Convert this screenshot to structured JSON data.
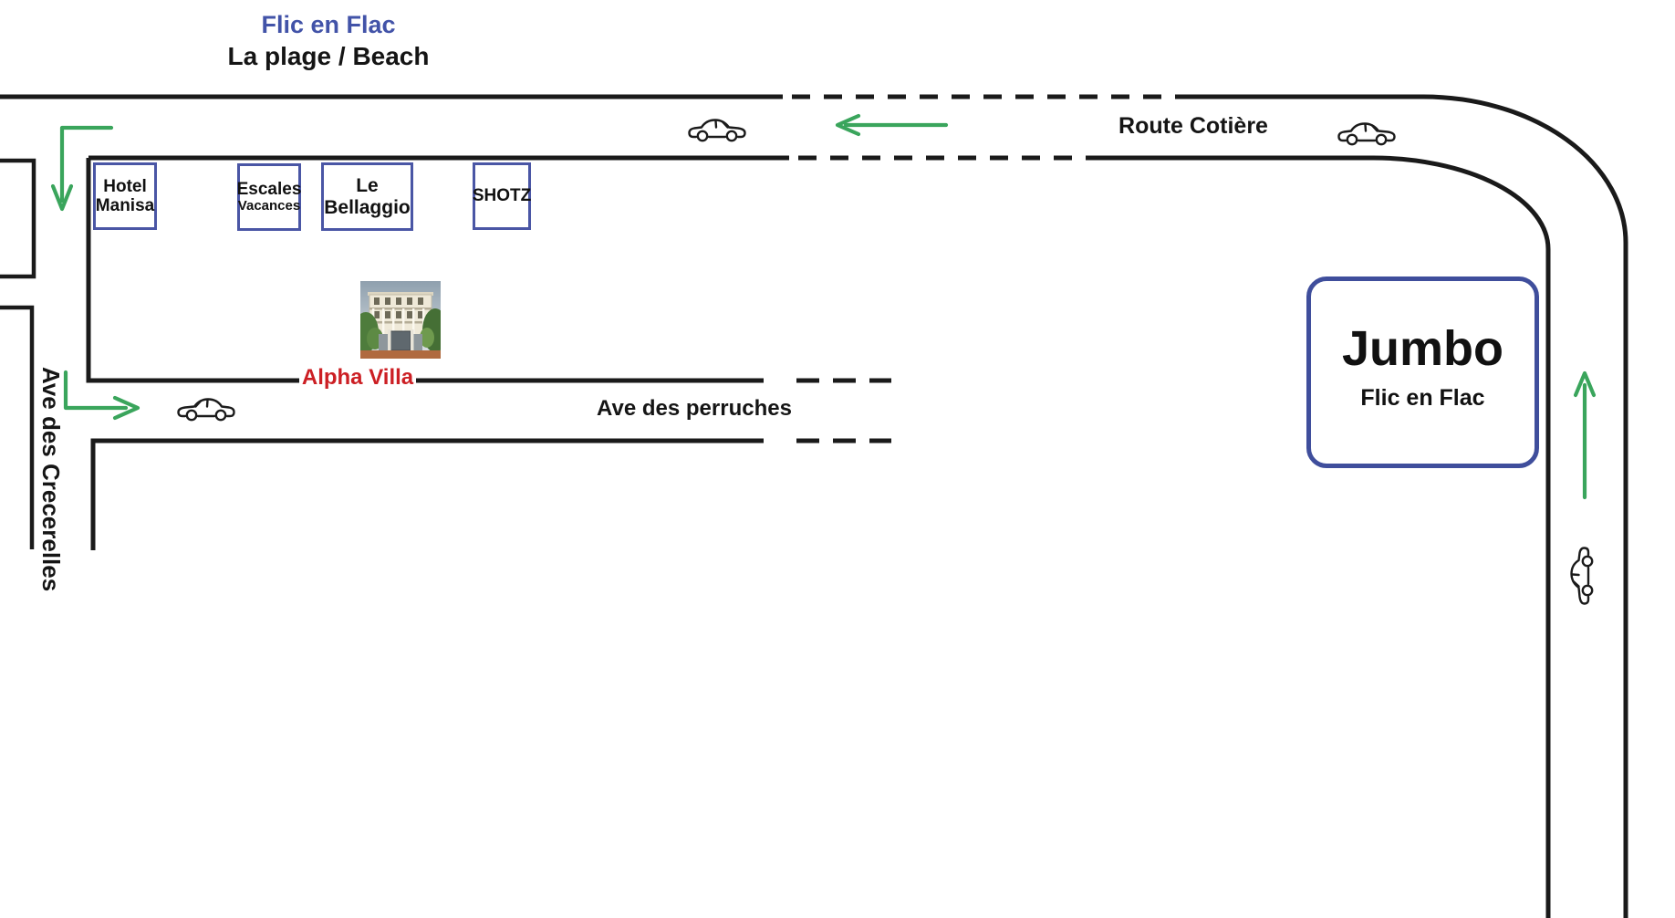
{
  "map": {
    "town_label": "Flic en Flac",
    "beach_label": "La plage / Beach"
  },
  "roads": {
    "coastal": "Route Cotière",
    "perruches": "Ave des perruches",
    "crecerelles": "Ave des Crecerelles"
  },
  "landmarks": [
    {
      "id": "hotel-manisa",
      "line1": "Hotel",
      "line2": "Manisa"
    },
    {
      "id": "escales-vacances",
      "line1": "Escales",
      "line2": "Vacances"
    },
    {
      "id": "le-bellaggio",
      "line1": "Le",
      "line2": "Bellaggio"
    },
    {
      "id": "shotz",
      "line1": "SHOTZ"
    }
  ],
  "destination": {
    "name": "Alpha Villa"
  },
  "jumbo": {
    "name": "Jumbo",
    "subtitle": "Flic en Flac"
  },
  "icons": {
    "car": "car-icon",
    "arrow": "green-direction-arrow"
  },
  "colors": {
    "road": "#1a1a1a",
    "arrow_green": "#3aa55c",
    "landmark_border": "#4a56a5",
    "jumbo_border": "#3f4e9c",
    "town_text": "#4253a8",
    "destination_text": "#cc1f24"
  }
}
